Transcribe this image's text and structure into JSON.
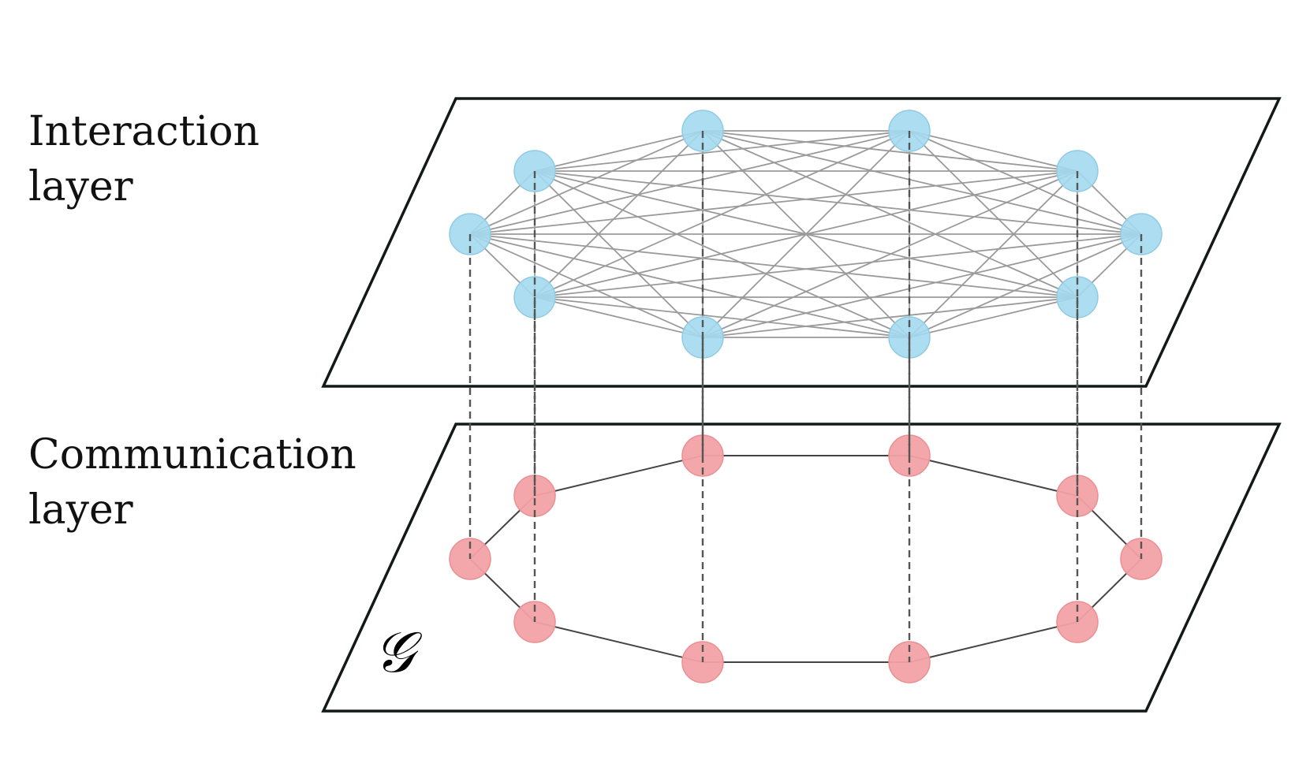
{
  "layers": [
    {
      "id": "interaction",
      "label_lines": [
        "Interaction",
        "layer"
      ],
      "node_color": "#a3d9ee",
      "node_stroke": "#8fcbe4",
      "edge_color": "#9a9a9a",
      "topology": "complete"
    },
    {
      "id": "communication",
      "label_lines": [
        "Communication",
        "layer"
      ],
      "node_color": "#f2a2a5",
      "node_stroke": "#ea8f93",
      "edge_color": "#444444",
      "topology": "ring",
      "graph_symbol": "𝒢"
    }
  ],
  "node_count": 10,
  "plane_border_color": "#111a18",
  "link_color": "#555555"
}
